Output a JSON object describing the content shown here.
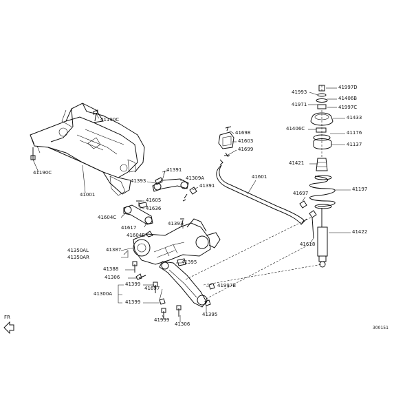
{
  "diagram": {
    "labels": {
      "p41997d": "41997D",
      "p41993_top": "41993",
      "p41406b": "41406B",
      "p41971": "41971",
      "p41997c": "41997C",
      "p41433": "41433",
      "p41406c": "41406C",
      "p41176": "41176",
      "p41137": "41137",
      "p41698": "41698",
      "p41603": "41603",
      "p41699": "41699",
      "p41421": "41421",
      "p41601": "41601",
      "p41197": "41197",
      "p41697_right": "41697",
      "p41422": "41422",
      "p41618": "41618",
      "p41190c_top": "41190C",
      "p41190c_left": "41190C",
      "p41001": "41001",
      "p41391_a": "41391",
      "p41309a": "41309A",
      "p41391_b": "41391",
      "p41393_a": "41393",
      "p41605": "41605",
      "p41636": "41636",
      "p41604c": "41604C",
      "p41393_b": "41393",
      "p41617": "41617",
      "p41604b": "41604B",
      "p41350al": "41350AL",
      "p41350ar": "41350AR",
      "p41387": "41387",
      "p41395_a": "41395",
      "p41388": "41388",
      "p41306_a": "41306",
      "p41399_a": "41399",
      "p41697_left": "41697",
      "p41997b": "41997B",
      "p41300a": "41300A",
      "p41399_b": "41399",
      "p41999": "41999",
      "p41306_b": "41306",
      "p41395_b": "41395",
      "fr": "FR",
      "code": "300151"
    }
  }
}
